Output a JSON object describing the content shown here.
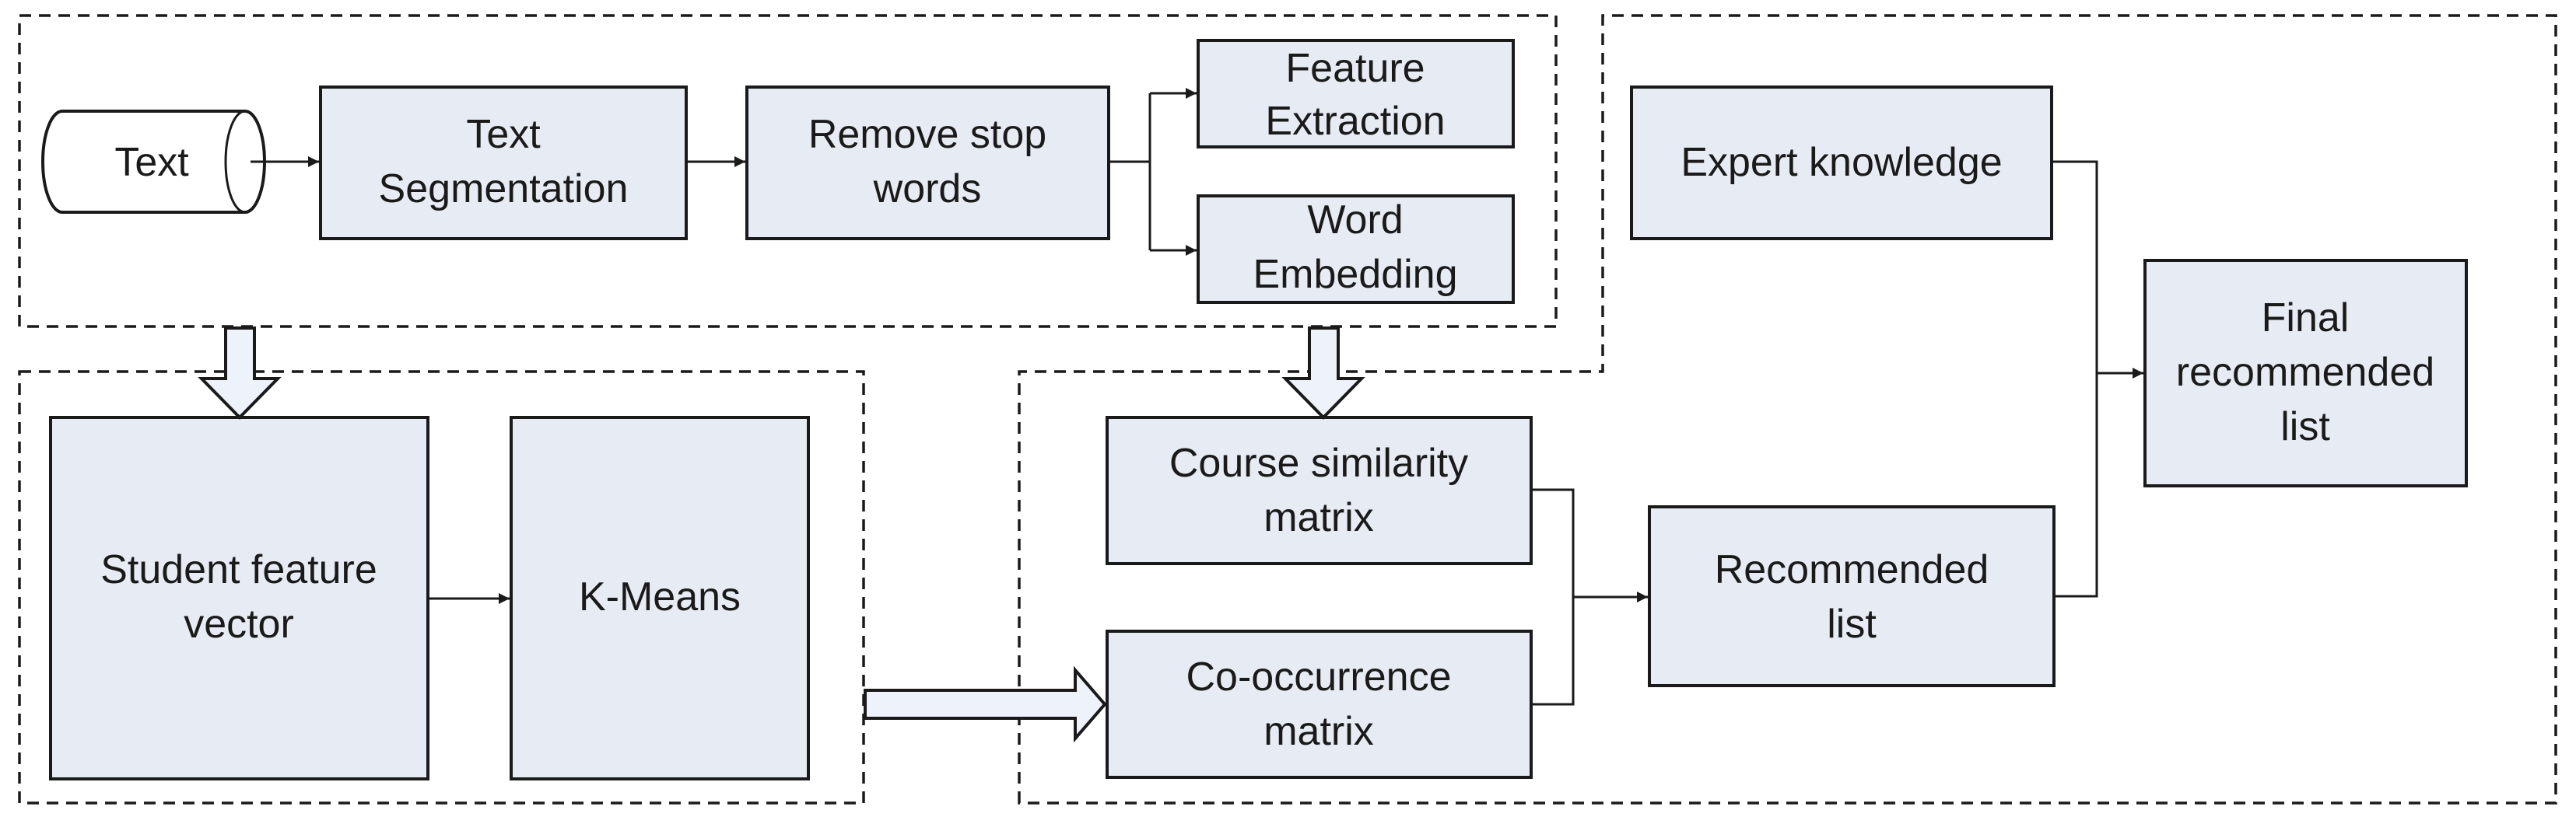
{
  "nodes": {
    "text_source": {
      "label": "Text"
    },
    "text_segmentation": {
      "line1": "Text",
      "line2": "Segmentation"
    },
    "remove_stop_words": {
      "line1": "Remove stop",
      "line2": "words"
    },
    "feature_extraction": {
      "line1": "Feature",
      "line2": "Extraction"
    },
    "word_embedding": {
      "line1": "Word",
      "line2": "Embedding"
    },
    "expert_knowledge": {
      "label": "Expert knowledge"
    },
    "final_recommended_list": {
      "line1": "Final",
      "line2": "recommended",
      "line3": "list"
    },
    "student_feature_vector": {
      "line1": "Student feature",
      "line2": "vector"
    },
    "k_means": {
      "label": "K-Means"
    },
    "course_similarity_matrix": {
      "line1": "Course similarity",
      "line2": "matrix"
    },
    "co_occurrence_matrix": {
      "line1": "Co-occurrence",
      "line2": "matrix"
    },
    "recommended_list": {
      "line1": "Recommended",
      "line2": "list"
    }
  },
  "colors": {
    "box_fill": "#e6ebf4",
    "stroke": "#1a1a1a",
    "background": "#ffffff"
  }
}
